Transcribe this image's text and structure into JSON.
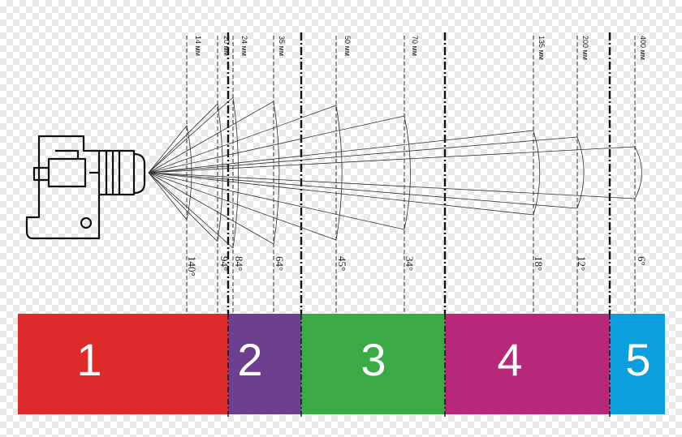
{
  "diagram": {
    "lenses": [
      {
        "focal": "14 мм",
        "angle": "140°"
      },
      {
        "focal": "20 мм",
        "angle": "94°"
      },
      {
        "focal": "24 мм",
        "angle": "84°"
      },
      {
        "focal": "35 мм",
        "angle": "64°"
      },
      {
        "focal": "50 мм",
        "angle": "45°"
      },
      {
        "focal": "70 мм",
        "angle": "34°"
      },
      {
        "focal": "135 мм",
        "angle": "18°"
      },
      {
        "focal": "200 мм",
        "angle": "12°"
      },
      {
        "focal": "400 мм",
        "angle": "6°"
      }
    ],
    "zones": [
      {
        "label": "1",
        "color": "#dd2a2a"
      },
      {
        "label": "2",
        "color": "#6c3f8f"
      },
      {
        "label": "3",
        "color": "#3aaa45"
      },
      {
        "label": "4",
        "color": "#b8287a"
      },
      {
        "label": "5",
        "color": "#0ba0dd"
      }
    ],
    "icons": {
      "camera": "camera-icon"
    }
  }
}
